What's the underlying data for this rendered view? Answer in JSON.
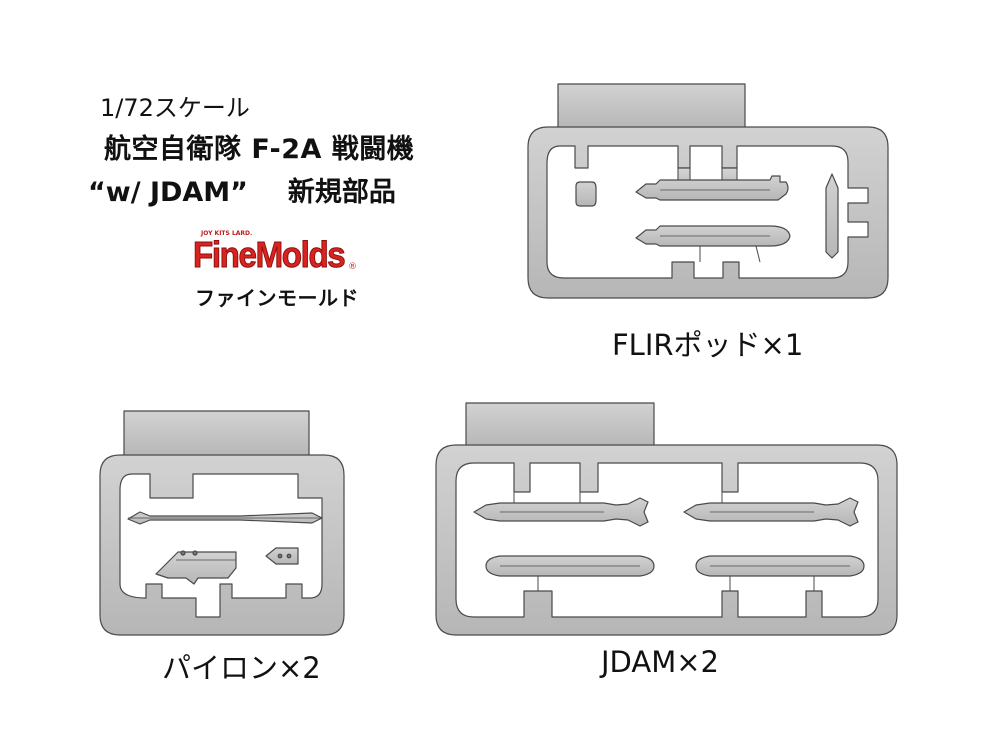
{
  "header": {
    "scale": "1/72スケール",
    "title_line1": "航空自衛隊 F-2A 戦闘機",
    "title_quote": "“w/ JDAM”",
    "title_suffix": "新規部品"
  },
  "logo": {
    "tagline": "JOY KITS LARD.",
    "brand": "FineMolds",
    "registered": "®",
    "brand_kana": "ファインモールド"
  },
  "sprues": {
    "flir_label": "FLIRポッド×1",
    "pylon_label": "パイロン×2",
    "jdam_label": "JDAM×2"
  },
  "colors": {
    "sprue_fill": "#c4c4c4",
    "sprue_stroke": "#4a4a4a",
    "brand_red": "#d9231f",
    "background": "#ffffff"
  }
}
